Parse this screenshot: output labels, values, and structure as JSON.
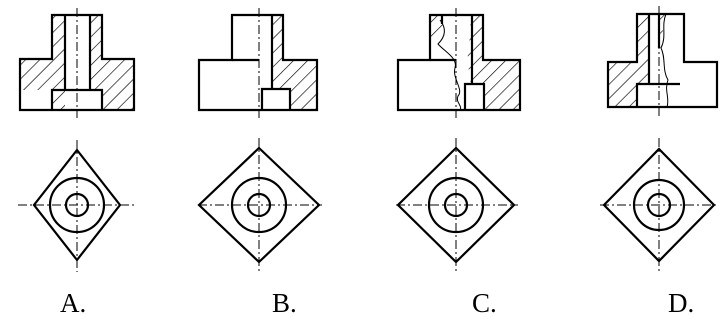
{
  "options": [
    {
      "label": "A."
    },
    {
      "label": "B."
    },
    {
      "label": "C."
    },
    {
      "label": "D."
    }
  ],
  "colors": {
    "ink": "#000000",
    "background": "#ffffff"
  }
}
